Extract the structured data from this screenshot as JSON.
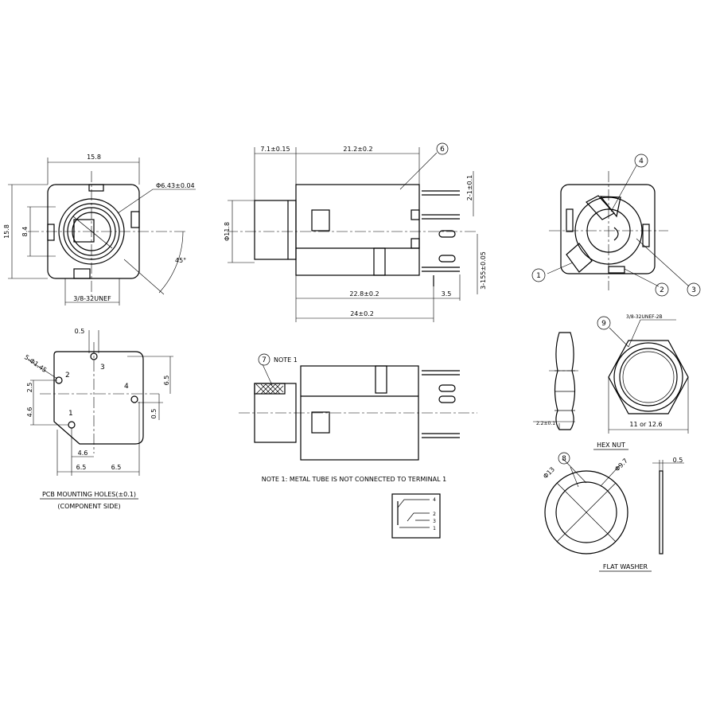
{
  "front_view": {
    "width_dim": "15.8",
    "height_dim": "15.8",
    "inner_dim": "8.4",
    "thread_dim": "Φ6.43±0.04",
    "angle_dim": "45°",
    "thread_label": "3/8-32UNEF"
  },
  "side_view": {
    "front_len": "7.1±0.15",
    "body_len": "21.2±0.2",
    "diameter": "Φ11.8",
    "pin_pitch_top": "2-1±0.1",
    "pin_pitch_side": "3-155±0.05",
    "len_228": "22.8±0.2",
    "len_35": "3.5",
    "len_24": "24±0.2"
  },
  "callouts": {
    "c1": "1",
    "c2": "2",
    "c3": "3",
    "c4": "4",
    "c6": "6",
    "c7": "7",
    "c8": "8",
    "c9": "9"
  },
  "pcb": {
    "dim_05_top": "0.5",
    "holes": "5-Φ1.45",
    "pin2": "2",
    "pin3": "3",
    "pin4": "4",
    "pin1": "1",
    "dim_25": "2.5",
    "dim_46_v": "4.6",
    "dim_65_v": "6.5",
    "dim_05_r": "0.5",
    "dim_46_h": "4.6",
    "dim_65_h1": "6.5",
    "dim_65_h2": "6.5",
    "title": "PCB MOUNTING HOLES(±0.1)",
    "subtitle": "(COMPONENT SIDE)"
  },
  "bottom_view": {
    "note_tag": "NOTE 1",
    "note_text": "NOTE 1: METAL TUBE IS NOT CONNECTED TO TERMINAL 1"
  },
  "schematic": {
    "p4": "4",
    "p2": "2",
    "p3": "3",
    "p1": "1"
  },
  "hex_nut": {
    "thickness": "2.2±0.1",
    "thread": "3/8-32UNEF-2B",
    "size": "11 or 12.6",
    "title": "HEX NUT"
  },
  "washer": {
    "outer": "Φ13",
    "inner": "Φ9.7",
    "thickness": "0.5",
    "title": "FLAT WASHER"
  }
}
